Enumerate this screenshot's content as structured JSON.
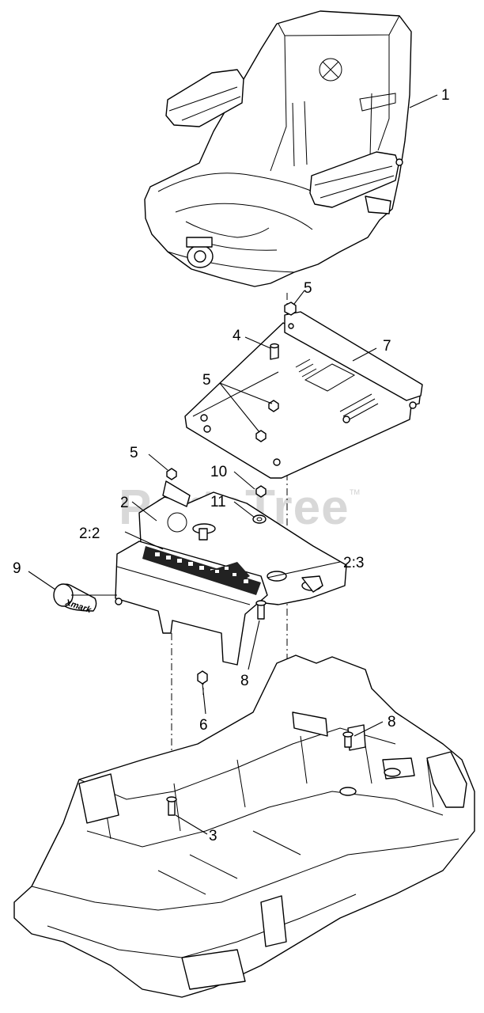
{
  "watermark": {
    "text": "PartsTree",
    "trademark": "TM"
  },
  "badge": {
    "text": "Xmark"
  },
  "callouts": [
    "1",
    "2",
    "2:2",
    "2:3",
    "3",
    "4",
    "5",
    "5",
    "5",
    "6",
    "7",
    "8",
    "8",
    "9",
    "10",
    "11"
  ]
}
